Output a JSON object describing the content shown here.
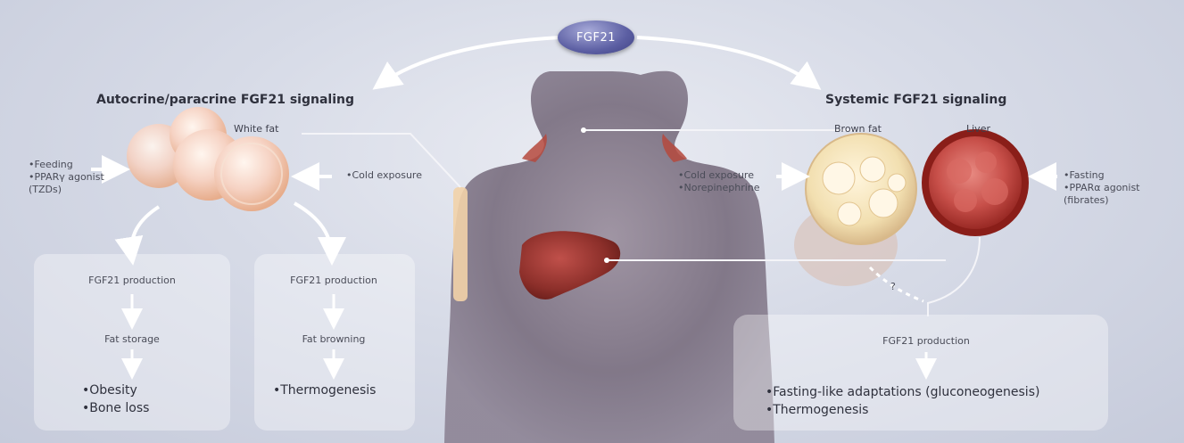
{
  "hub": {
    "label": "FGF21"
  },
  "left": {
    "title": "Autocrine/paracrine FGF21 signaling",
    "tissue_label": "White fat",
    "inputs_left": [
      "•Feeding",
      "•PPARγ agonist",
      "(TZDs)"
    ],
    "input_right": "•Cold exposure",
    "pathway1": {
      "production": "FGF21 production",
      "effect": "Fat storage",
      "outcomes": [
        "•Obesity",
        "•Bone loss"
      ]
    },
    "pathway2": {
      "production": "FGF21 production",
      "effect": "Fat browning",
      "outcomes": [
        "•Thermogenesis"
      ]
    }
  },
  "right": {
    "title": "Systemic FGF21 signaling",
    "brown_label": "Brown fat",
    "liver_label": "Liver",
    "inputs_brown": [
      "•Cold exposure",
      "•Norepinephrine"
    ],
    "inputs_liver": [
      "•Fasting",
      "•PPARα agonist",
      "(fibrates)"
    ],
    "unknown_mark": "?",
    "pathway": {
      "production": "FGF21 production",
      "outcomes": [
        "•Fasting-like adaptations (gluconeogenesis)",
        "•Thermogenesis"
      ]
    }
  },
  "colors": {
    "hub": "#5c5fa3",
    "arrow": "#ffffff",
    "body": "#7a6f80",
    "liver": "#8c2f2a",
    "white_fat": "#f3c9b9",
    "brown_fat": "#f2dfb0"
  }
}
